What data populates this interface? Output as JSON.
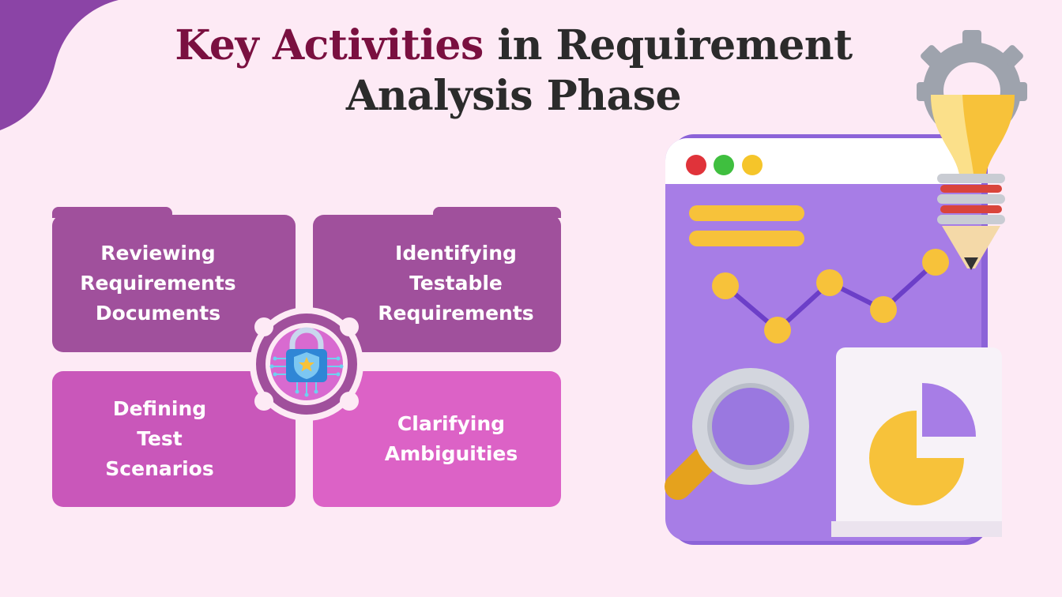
{
  "title": {
    "highlight": "Key Activities",
    "line1_rest": " in Requirement",
    "line2": "Analysis Phase"
  },
  "quadrants": [
    {
      "label": "Reviewing\nRequirements\nDocuments"
    },
    {
      "label": "Identifying\nTestable\nRequirements"
    },
    {
      "label": "Defining\nTest\nScenarios"
    },
    {
      "label": "Clarifying\nAmbiguities"
    }
  ],
  "colors": {
    "background": "#fdeaf5",
    "title_accent": "#7a1040",
    "quad_dark": "#a0509c",
    "quad_mid": "#c957ba",
    "quad_bright": "#dc62c6",
    "illustration_purple": "#a77de6",
    "illustration_yellow": "#f7c23a"
  },
  "icons": {
    "center": "security-lock-icon",
    "illustration": [
      "browser-window-icon",
      "line-chart-icon",
      "magnifying-glass-icon",
      "pie-chart-document-icon",
      "gear-lightbulb-pencil-icon"
    ]
  }
}
